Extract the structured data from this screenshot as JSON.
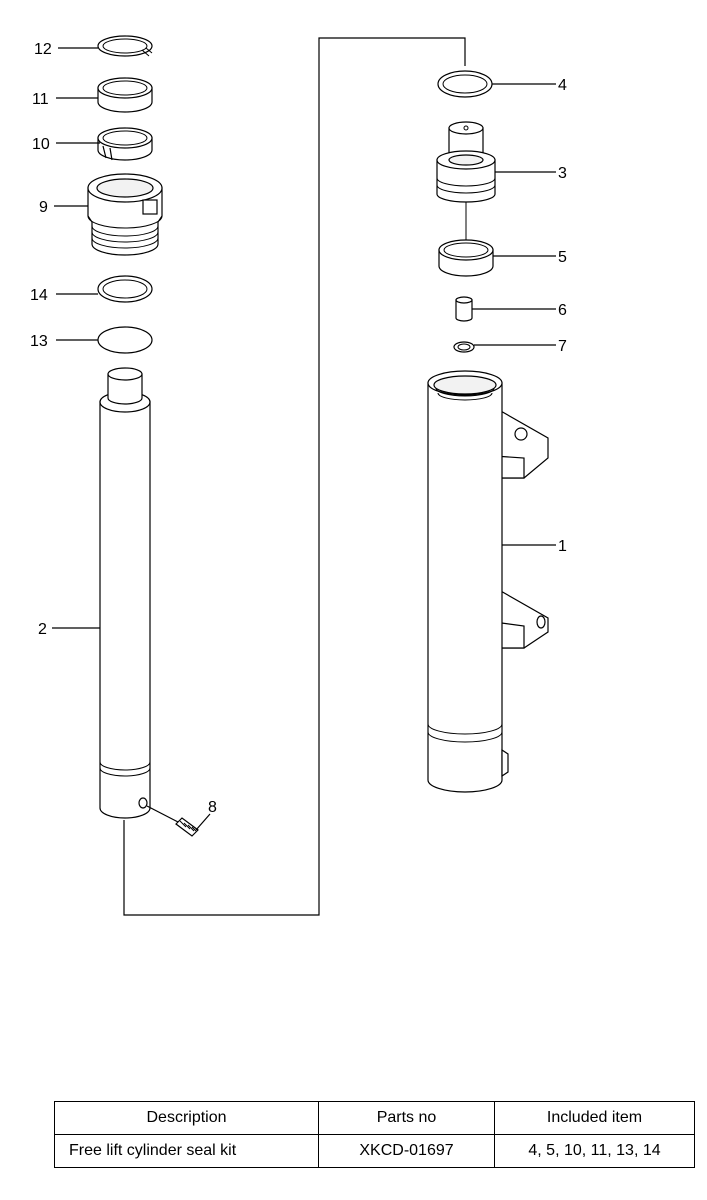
{
  "callouts": {
    "c1": "1",
    "c2": "2",
    "c3": "3",
    "c4": "4",
    "c5": "5",
    "c6": "6",
    "c7": "7",
    "c8": "8",
    "c9": "9",
    "c10": "10",
    "c11": "11",
    "c12": "12",
    "c13": "13",
    "c14": "14"
  },
  "table": {
    "headers": {
      "description": "Description",
      "parts_no": "Parts no",
      "included_item": "Included item"
    },
    "rows": [
      {
        "description": "Free lift cylinder seal kit",
        "parts_no": "XKCD-01697",
        "included_item": "4, 5, 10, 11, 13, 14"
      }
    ]
  }
}
